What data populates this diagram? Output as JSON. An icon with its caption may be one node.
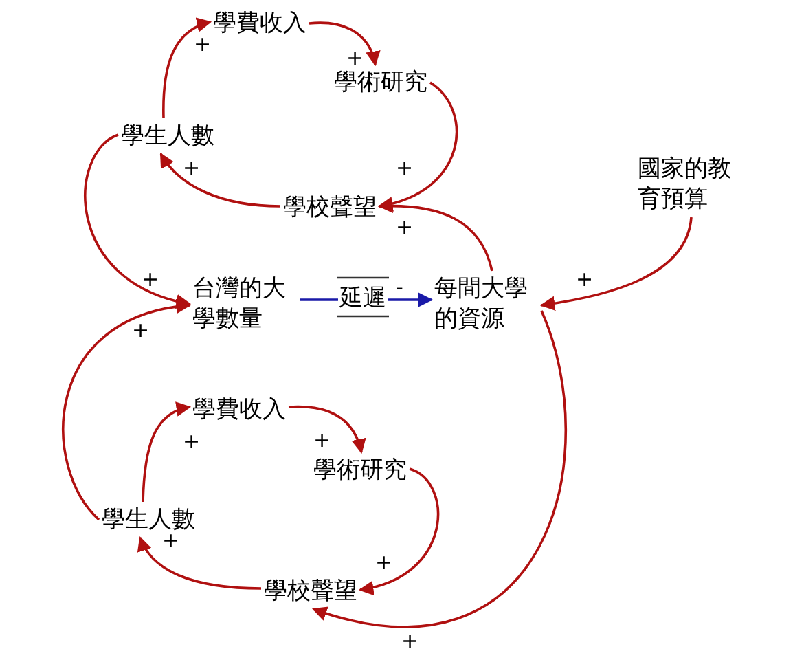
{
  "diagram": {
    "nodes": [
      {
        "text": [
          "學費收入"
        ]
      },
      {
        "text": [
          "學術研究"
        ]
      },
      {
        "text": [
          "學生人數"
        ]
      },
      {
        "text": [
          "學校聲望"
        ]
      },
      {
        "text": [
          "台灣的大學數量"
        ]
      },
      {
        "text": [
          "每間大學的資源"
        ]
      },
      {
        "text": [
          "國家的教育預算"
        ]
      },
      {
        "text": [
          "學費收入"
        ]
      },
      {
        "text": [
          "學術研究"
        ]
      },
      {
        "text": [
          "學生人數"
        ]
      },
      {
        "text": [
          "學校聲望"
        ]
      }
    ],
    "edges": [
      {
        "from": 2,
        "to": 0,
        "arrow": "to"
      },
      {
        "from": 0,
        "to": 1,
        "arrow": "to"
      },
      {
        "from": 1,
        "to": 3,
        "arrow": "to"
      },
      {
        "from": 3,
        "to": 2,
        "arrow": "to"
      },
      {
        "from": 5,
        "to": 3,
        "arrow": "to"
      },
      {
        "from": 2,
        "to": 4,
        "arrow": "to"
      },
      {
        "from": 9,
        "to": 4,
        "arrow": "to"
      },
      {
        "from": 9,
        "to": 7,
        "arrow": "to"
      },
      {
        "from": 7,
        "to": 8,
        "arrow": "to"
      },
      {
        "from": 8,
        "to": 10,
        "arrow": "to"
      },
      {
        "from": 10,
        "to": 9,
        "arrow": "to"
      },
      {
        "from": 5,
        "to": 10,
        "arrow": "to"
      },
      {
        "from": 6,
        "to": 5,
        "arrow": "to"
      },
      {
        "from": 4,
        "to": 5,
        "arrow": "to",
        "label": "延遲",
        "color": "#1a1aa8"
      }
    ],
    "labels": [
      "+",
      "+",
      "+",
      "+",
      "+",
      "+",
      "-",
      "+",
      "+",
      "+",
      "+",
      "+",
      "+",
      "+"
    ]
  }
}
